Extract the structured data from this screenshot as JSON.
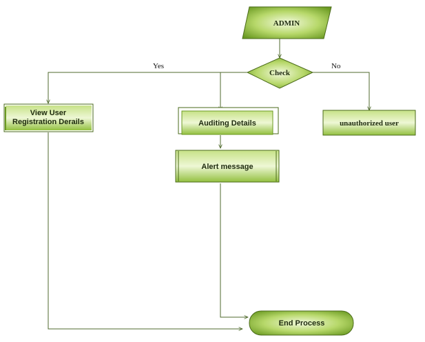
{
  "diagram": {
    "nodes": {
      "admin": "ADMIN",
      "check": "Check",
      "view_user_line1": "View User",
      "view_user_line2": "Registration Derails",
      "auditing": "Auditing Details",
      "unauthorized": "unauthorized user",
      "alert": "Alert message",
      "end": "End Process"
    },
    "edges": {
      "yes": "Yes",
      "no": "No"
    }
  },
  "colors": {
    "fill_light": "#f2f9de",
    "fill_mid": "#b7d86a",
    "fill_dark": "#6b9a22",
    "stroke": "#4a6a1a",
    "connector": "#4f6a2c"
  }
}
